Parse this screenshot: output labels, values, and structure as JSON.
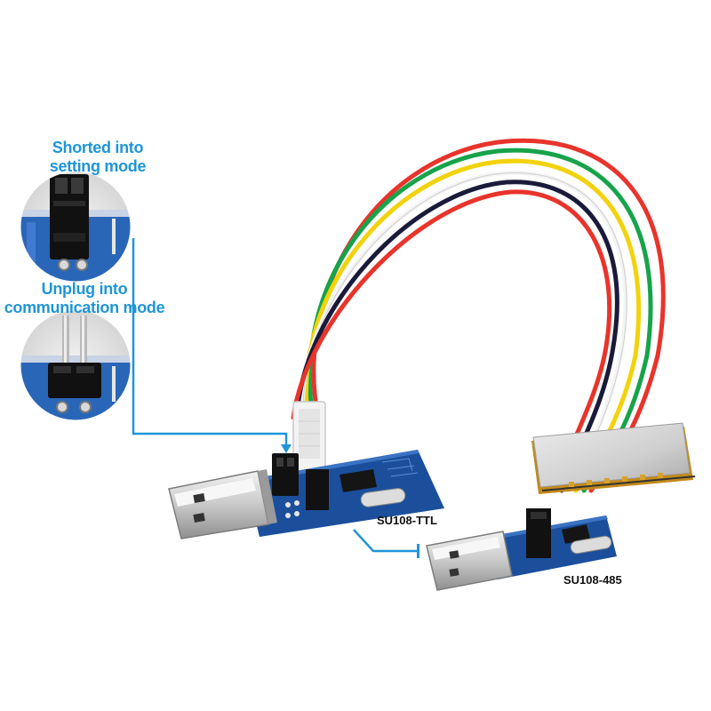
{
  "labels": {
    "shorted_line1": "Shorted into",
    "shorted_line2": "setting mode",
    "unplug_line1": "Unplug into",
    "unplug_line2": "communication mode",
    "board_ttl": "SU108-TTL",
    "board_485": "SU108-485"
  },
  "colors": {
    "callout_line": "#1f95d8",
    "pcb_blue": "#1b4f9c",
    "text_blue": "#1f95d8",
    "wire_red": "#e8342b",
    "wire_green": "#17a34a",
    "wire_yellow": "#f2d20c",
    "wire_white": "#f4f4f4",
    "wire_black": "#1a1a3a",
    "wire_red2": "#e8342b"
  }
}
